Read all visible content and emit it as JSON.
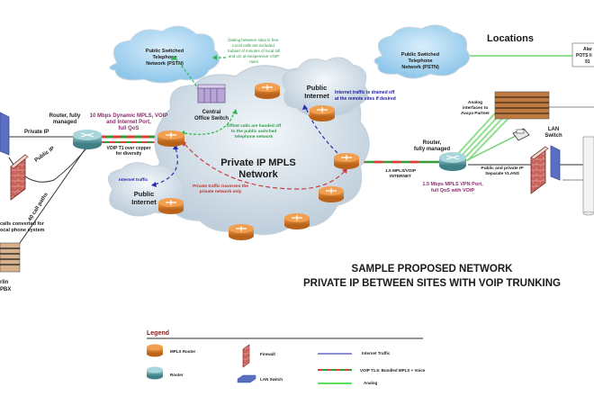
{
  "title": {
    "line1": "SAMPLE PROPOSED NETWORK",
    "line2": "PRIVATE IP BETWEEN SITES WITH VOIP TRUNKING"
  },
  "locations_heading": "Locations",
  "colors": {
    "mpls_router": "#e08a30",
    "router": "#5fa3a8",
    "cloud_blue": "#a9d4ef",
    "cloud_grey": "#dfe7ee",
    "voip_red": "#e53a3a",
    "voip_green": "#3a9a3a",
    "analog_green": "#7ee07e",
    "internet_blue": "#2a2ab0",
    "firewall": "#c9625a"
  },
  "clouds": {
    "pstn_left": [
      "Public Switched",
      "Telephone",
      "Network (PSTN)"
    ],
    "pstn_right": [
      "Public Switched",
      "Telephone",
      "Network (PSTN)"
    ],
    "mpls": [
      "Private IP MPLS",
      "Network"
    ],
    "internet_top": [
      "Public",
      "Internet"
    ],
    "internet_bottom": [
      "Public",
      "Internet"
    ]
  },
  "labels": {
    "router_left": [
      "Router, fully",
      "managed"
    ],
    "private_ip": "Private IP",
    "public_ip": "Public IP",
    "call_paths": "40 call paths",
    "calls_converted": [
      "calls converted for",
      "ocal phone system"
    ],
    "pbx": [
      "rlin",
      "PBX"
    ],
    "port_left": [
      "10 Mbps Dynamic MPLS, VOIP",
      "and Internet Port,",
      "full QoS"
    ],
    "voip_t1": [
      "VOIP T1 over copper",
      "for diversity"
    ],
    "central_office": [
      "Central",
      "Office Switch"
    ],
    "dialing_note": [
      "Dialing between sites is free.",
      "Local calls are included.",
      "Subset of minutes of local toll",
      "and LD at inexpensive VOIP",
      "rates"
    ],
    "offnet_note": [
      "Offnet calls are handed off",
      "to the public switched",
      "telephone network"
    ],
    "internet_traffic_left": "Internet traffic",
    "private_traffic": [
      "Private traffic traverses the",
      "private  network only"
    ],
    "internet_drained": [
      "Internet traffic is drained off",
      "at the remote sites if desired"
    ],
    "router_right": [
      "Router,",
      "fully managed"
    ],
    "mpls_voip_internet": [
      "1.5 MPLS/VOIP",
      "INTERNET"
    ],
    "port_right": [
      "1.5 Mbps MPLS VPN Port,",
      "full QoS with VOIP"
    ],
    "analog_interfaces": [
      "Analog",
      "interfaces to",
      "Avaya Partner"
    ],
    "public_private_vlans": [
      "Public and private IP",
      "Separate VLANS"
    ],
    "lan_switch": [
      "LAN",
      "Switch"
    ],
    "alarm_box": [
      "Alar",
      "POTS li",
      "91"
    ]
  },
  "legend": {
    "title": "Legend",
    "items": [
      {
        "icon": "mpls-router-icon",
        "label": "MPLS Router"
      },
      {
        "icon": "router-icon",
        "label": "Router"
      },
      {
        "icon": "firewall-icon",
        "label": "Firewall"
      },
      {
        "icon": "lan-switch-icon",
        "label": "LAN Switch"
      },
      {
        "icon": "internet-traffic-line",
        "label": "Internet Traffic"
      },
      {
        "icon": "voip-bundled-line",
        "label": "VOIP T1.5: Bundled MPLS + Voice"
      },
      {
        "icon": "analog-line",
        "label": "Analog"
      }
    ]
  }
}
